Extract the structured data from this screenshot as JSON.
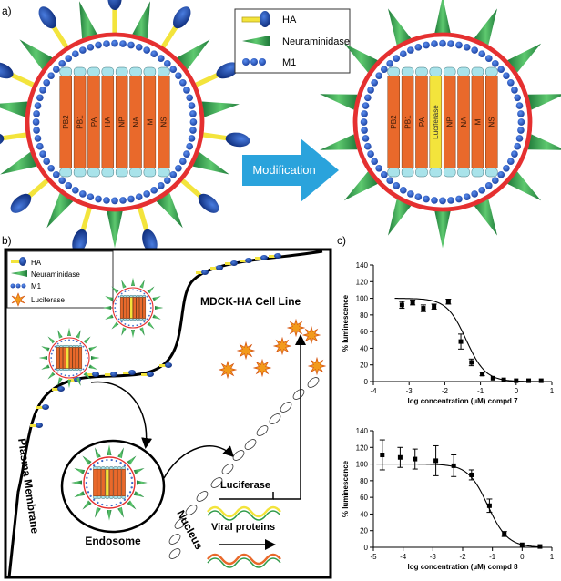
{
  "panels": {
    "a": "a)",
    "b": "b)",
    "c": "c)"
  },
  "legend_a": {
    "ha": "HA",
    "neuraminidase": "Neuraminidase",
    "m1": "M1"
  },
  "legend_b": {
    "ha": "HA",
    "neuraminidase": "Neuraminidase",
    "m1": "M1",
    "luciferase": "Luciferase"
  },
  "segments_wild": [
    "PB2",
    "PB1",
    "PA",
    "HA",
    "NP",
    "NA",
    "M",
    "NS"
  ],
  "segments_mod": [
    "PB2",
    "PB1",
    "PA",
    "Luciferase",
    "NP",
    "NA",
    "M",
    "NS"
  ],
  "arrow_label": "Modification",
  "cell_line_label": "MDCK-HA Cell Line",
  "plasma_membrane_label": "Plasma Membrane",
  "endosome_label": "Endosome",
  "nucleus_label": "Nucleus",
  "luciferase_label": "Luciferase",
  "viral_proteins_label": "Viral proteins",
  "colors": {
    "red": "#e53030",
    "blue": "#1f4fbf",
    "orange": "#e9692b",
    "cyan": "#a9e3ea",
    "green": "#2e9a48",
    "yellow": "#f3e43c",
    "arrow": "#2aa3dc"
  },
  "chart_data": [
    {
      "type": "scatter",
      "xlabel": "log concentration (µM) compd 7",
      "ylabel": "% luminescence",
      "xlim": [
        -4,
        1
      ],
      "ylim": [
        0,
        140
      ],
      "xticks": [
        "-4",
        "-3",
        "-2",
        "-1",
        "0",
        "1"
      ],
      "yticks": [
        "0",
        "20",
        "40",
        "60",
        "80",
        "100",
        "120",
        "140"
      ],
      "points": [
        {
          "x": -3.2,
          "y": 92,
          "err": 4
        },
        {
          "x": -2.9,
          "y": 95,
          "err": 3
        },
        {
          "x": -2.6,
          "y": 88,
          "err": 4
        },
        {
          "x": -2.3,
          "y": 90,
          "err": 3
        },
        {
          "x": -1.9,
          "y": 96,
          "err": 3
        },
        {
          "x": -1.55,
          "y": 48,
          "err": 9
        },
        {
          "x": -1.25,
          "y": 23,
          "err": 4
        },
        {
          "x": -0.95,
          "y": 9,
          "err": 2
        },
        {
          "x": -0.65,
          "y": 4,
          "err": 1
        },
        {
          "x": -0.35,
          "y": 2,
          "err": 1
        },
        {
          "x": 0.0,
          "y": 1,
          "err": 1
        },
        {
          "x": 0.35,
          "y": 1,
          "err": 1
        },
        {
          "x": 0.7,
          "y": 1,
          "err": 1
        }
      ],
      "fit": {
        "top": 100,
        "bottom": 0,
        "logEC50": -1.4,
        "hill": 1.6
      }
    },
    {
      "type": "scatter",
      "xlabel": "log concentration (µM) compd 8",
      "ylabel": "% luminescence",
      "xlim": [
        -5,
        1
      ],
      "ylim": [
        0,
        140
      ],
      "xticks": [
        "-5",
        "-4",
        "-3",
        "-2",
        "-1",
        "0",
        "1"
      ],
      "yticks": [
        "0",
        "20",
        "40",
        "60",
        "80",
        "100",
        "120",
        "140"
      ],
      "points": [
        {
          "x": -4.7,
          "y": 111,
          "err": 18
        },
        {
          "x": -4.1,
          "y": 108,
          "err": 12
        },
        {
          "x": -3.6,
          "y": 106,
          "err": 12
        },
        {
          "x": -2.9,
          "y": 104,
          "err": 18
        },
        {
          "x": -2.3,
          "y": 98,
          "err": 13
        },
        {
          "x": -1.7,
          "y": 87,
          "err": 6
        },
        {
          "x": -1.1,
          "y": 50,
          "err": 8
        },
        {
          "x": -0.6,
          "y": 16,
          "err": 3
        },
        {
          "x": 0.0,
          "y": 3,
          "err": 1
        },
        {
          "x": 0.6,
          "y": 1,
          "err": 1
        }
      ],
      "fit": {
        "top": 100,
        "bottom": 0,
        "logEC50": -1.15,
        "hill": 1.3
      }
    }
  ]
}
